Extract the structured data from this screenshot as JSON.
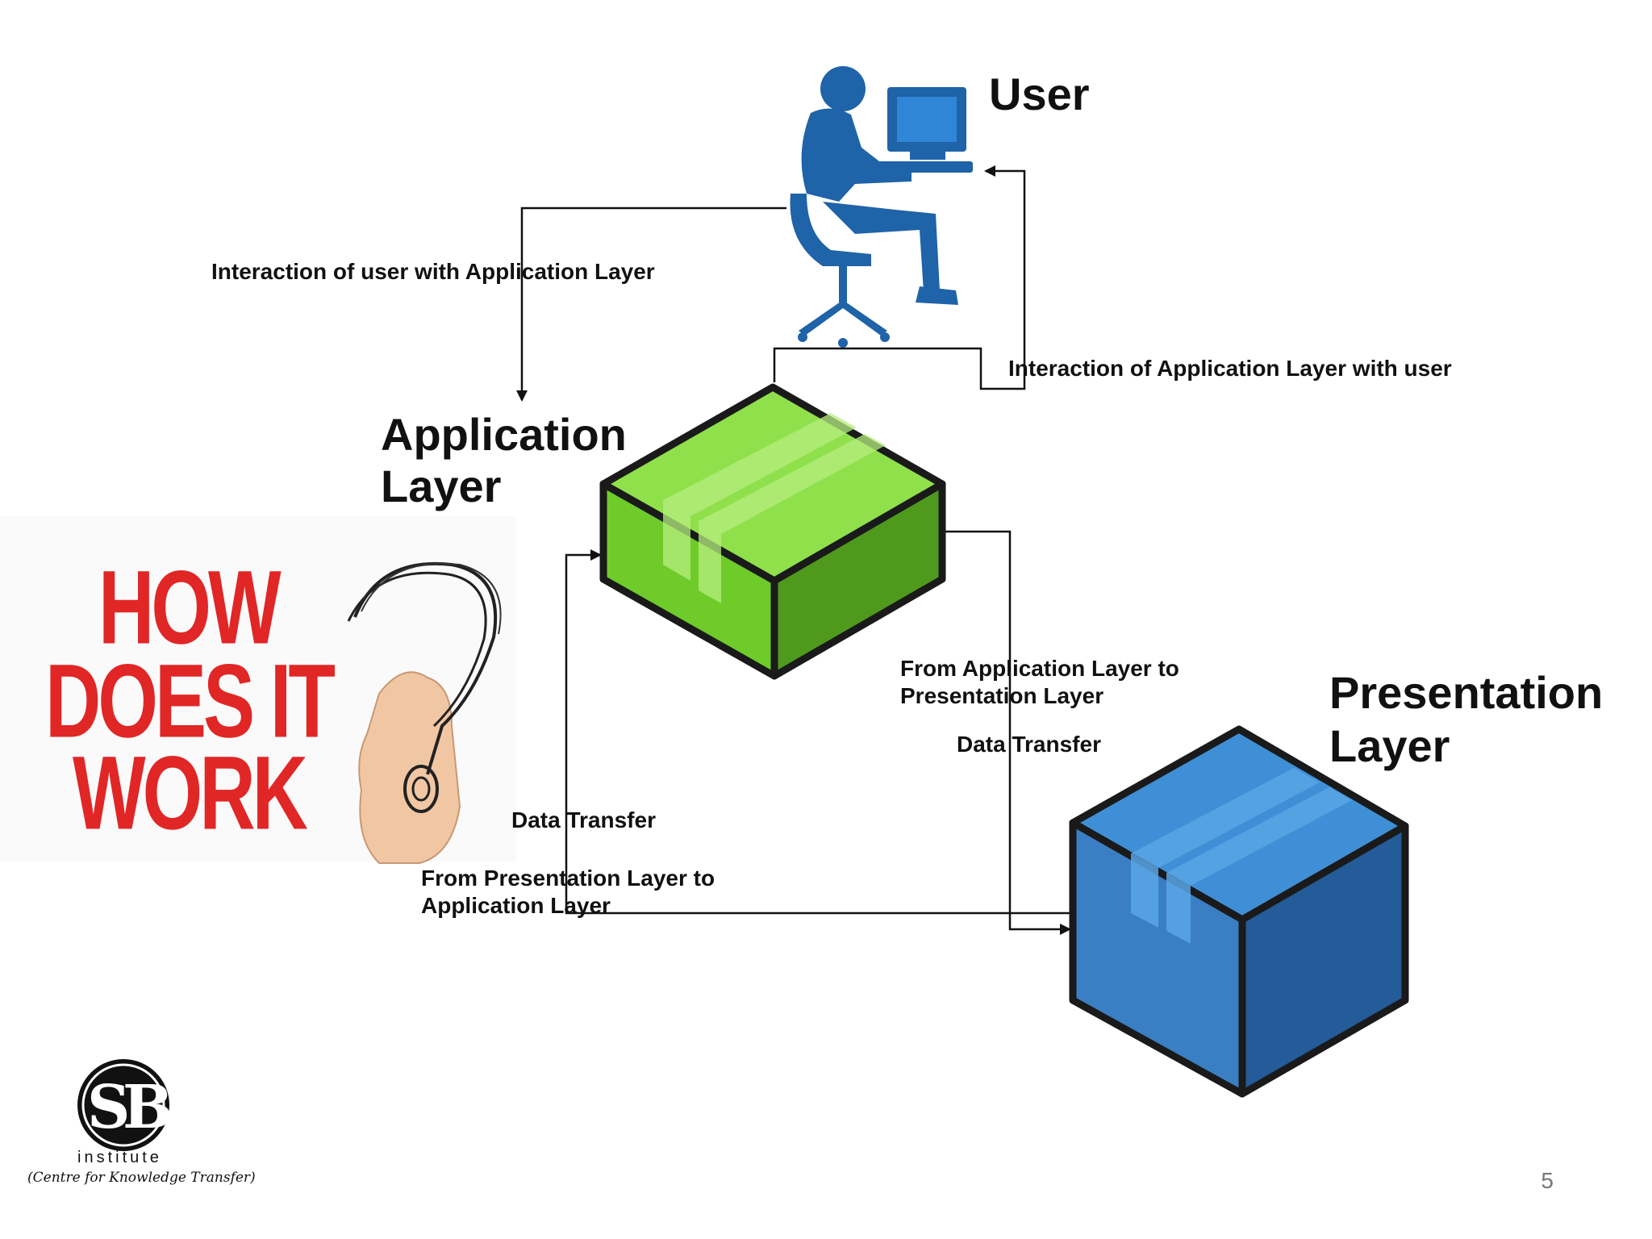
{
  "labels": {
    "user": "User",
    "application_layer": [
      "Application",
      "Layer"
    ],
    "presentation_layer": [
      "Presentation",
      "Layer"
    ],
    "edge_user_to_app": "Interaction of user with Application Layer",
    "edge_app_to_user": "Interaction of Application Layer with user",
    "edge_app_to_pres": [
      "From Application Layer to",
      "Presentation Layer"
    ],
    "edge_app_to_pres_kind": "Data Transfer",
    "edge_pres_to_app": [
      "From Presentation Layer to",
      "Application Layer"
    ],
    "edge_pres_to_app_kind": "Data Transfer"
  },
  "how_graphic": {
    "lines": [
      "HOW",
      "DOES IT",
      "WORK"
    ],
    "color": "#e12626"
  },
  "logo": {
    "name": "institute",
    "tagline": "(Centre for Knowledge Transfer)"
  },
  "page_number": "5",
  "colors": {
    "app_cube_light": "#7ad43a",
    "app_cube_dark": "#4f9a1d",
    "pres_cube_light": "#3a86cf",
    "pres_cube_dark": "#245b99",
    "user_figure": "#1f63a8"
  }
}
